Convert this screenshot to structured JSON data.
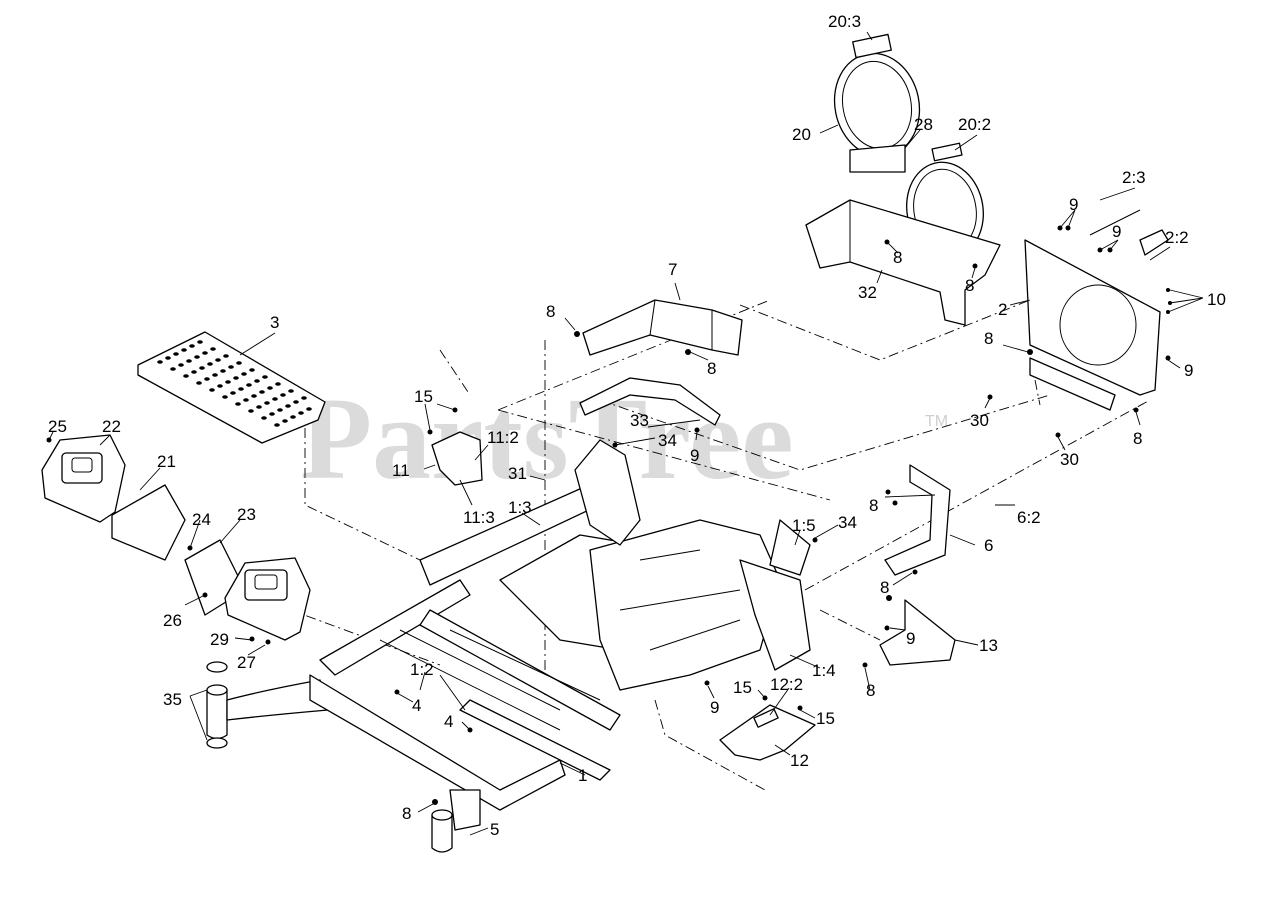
{
  "watermark": {
    "text": "PartsTree",
    "trademark": "TM"
  },
  "callouts": [
    {
      "id": "c-20-3",
      "text": "20:3"
    },
    {
      "id": "c-20",
      "text": "20"
    },
    {
      "id": "c-28",
      "text": "28"
    },
    {
      "id": "c-20-2",
      "text": "20:2"
    },
    {
      "id": "c-2-3",
      "text": "2:3"
    },
    {
      "id": "c-9-a",
      "text": "9"
    },
    {
      "id": "c-9-b",
      "text": "9"
    },
    {
      "id": "c-2-2",
      "text": "2:2"
    },
    {
      "id": "c-8-a",
      "text": "8"
    },
    {
      "id": "c-8-b",
      "text": "8"
    },
    {
      "id": "c-32",
      "text": "32"
    },
    {
      "id": "c-2",
      "text": "2"
    },
    {
      "id": "c-10",
      "text": "10"
    },
    {
      "id": "c-7",
      "text": "7"
    },
    {
      "id": "c-8-c",
      "text": "8"
    },
    {
      "id": "c-8-d",
      "text": "8"
    },
    {
      "id": "c-8-e",
      "text": "8"
    },
    {
      "id": "c-9-c",
      "text": "9"
    },
    {
      "id": "c-3",
      "text": "3"
    },
    {
      "id": "c-30-a",
      "text": "30"
    },
    {
      "id": "c-8-f",
      "text": "8"
    },
    {
      "id": "c-15-a",
      "text": "15"
    },
    {
      "id": "c-33",
      "text": "33"
    },
    {
      "id": "c-34-a",
      "text": "34"
    },
    {
      "id": "c-9-d",
      "text": "9"
    },
    {
      "id": "c-11-2",
      "text": "11:2"
    },
    {
      "id": "c-25",
      "text": "25"
    },
    {
      "id": "c-22",
      "text": "22"
    },
    {
      "id": "c-11",
      "text": "11"
    },
    {
      "id": "c-30-b",
      "text": "30"
    },
    {
      "id": "c-21",
      "text": "21"
    },
    {
      "id": "c-31",
      "text": "31"
    },
    {
      "id": "c-11-3",
      "text": "11:3"
    },
    {
      "id": "c-1-3",
      "text": "1:3"
    },
    {
      "id": "c-8-g",
      "text": "8"
    },
    {
      "id": "c-6-2",
      "text": "6:2"
    },
    {
      "id": "c-24",
      "text": "24"
    },
    {
      "id": "c-23",
      "text": "23"
    },
    {
      "id": "c-1-5",
      "text": "1:5"
    },
    {
      "id": "c-34-b",
      "text": "34"
    },
    {
      "id": "c-6",
      "text": "6"
    },
    {
      "id": "c-8-h",
      "text": "8"
    },
    {
      "id": "c-26",
      "text": "26"
    },
    {
      "id": "c-9-e",
      "text": "9"
    },
    {
      "id": "c-13",
      "text": "13"
    },
    {
      "id": "c-29",
      "text": "29"
    },
    {
      "id": "c-27",
      "text": "27"
    },
    {
      "id": "c-1-4",
      "text": "1:4"
    },
    {
      "id": "c-1-2",
      "text": "1:2"
    },
    {
      "id": "c-35",
      "text": "35"
    },
    {
      "id": "c-8-i",
      "text": "8"
    },
    {
      "id": "c-4-a",
      "text": "4"
    },
    {
      "id": "c-15-b",
      "text": "15"
    },
    {
      "id": "c-12-2",
      "text": "12:2"
    },
    {
      "id": "c-9-f",
      "text": "9"
    },
    {
      "id": "c-15-c",
      "text": "15"
    },
    {
      "id": "c-4-b",
      "text": "4"
    },
    {
      "id": "c-12",
      "text": "12"
    },
    {
      "id": "c-1",
      "text": "1"
    },
    {
      "id": "c-8-j",
      "text": "8"
    },
    {
      "id": "c-5",
      "text": "5"
    }
  ]
}
